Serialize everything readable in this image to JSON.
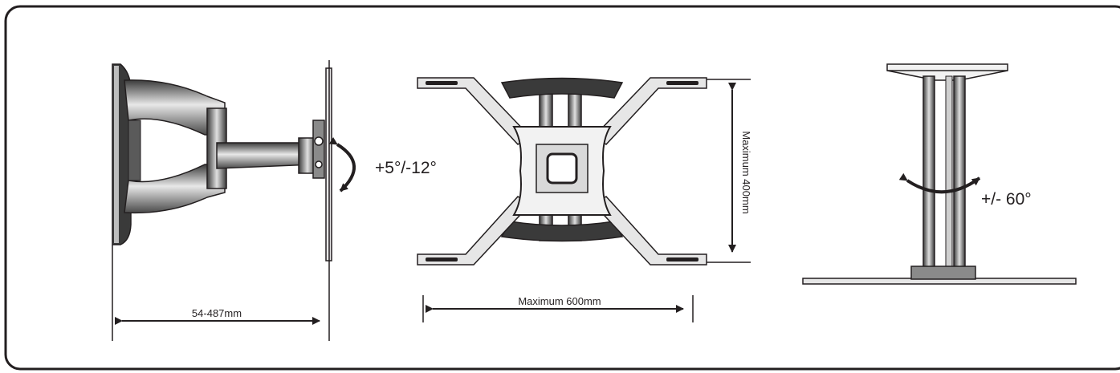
{
  "side_view": {
    "depth_label": "54-487mm",
    "tilt_label": "+5°/-12°"
  },
  "front_view": {
    "width_label": "Maximum 600mm",
    "height_label": "Maximum  400mm"
  },
  "top_view": {
    "swivel_label": "+/- 60°"
  },
  "colors": {
    "ink": "#231f20",
    "frame": "#231f20",
    "background": "#ffffff"
  }
}
